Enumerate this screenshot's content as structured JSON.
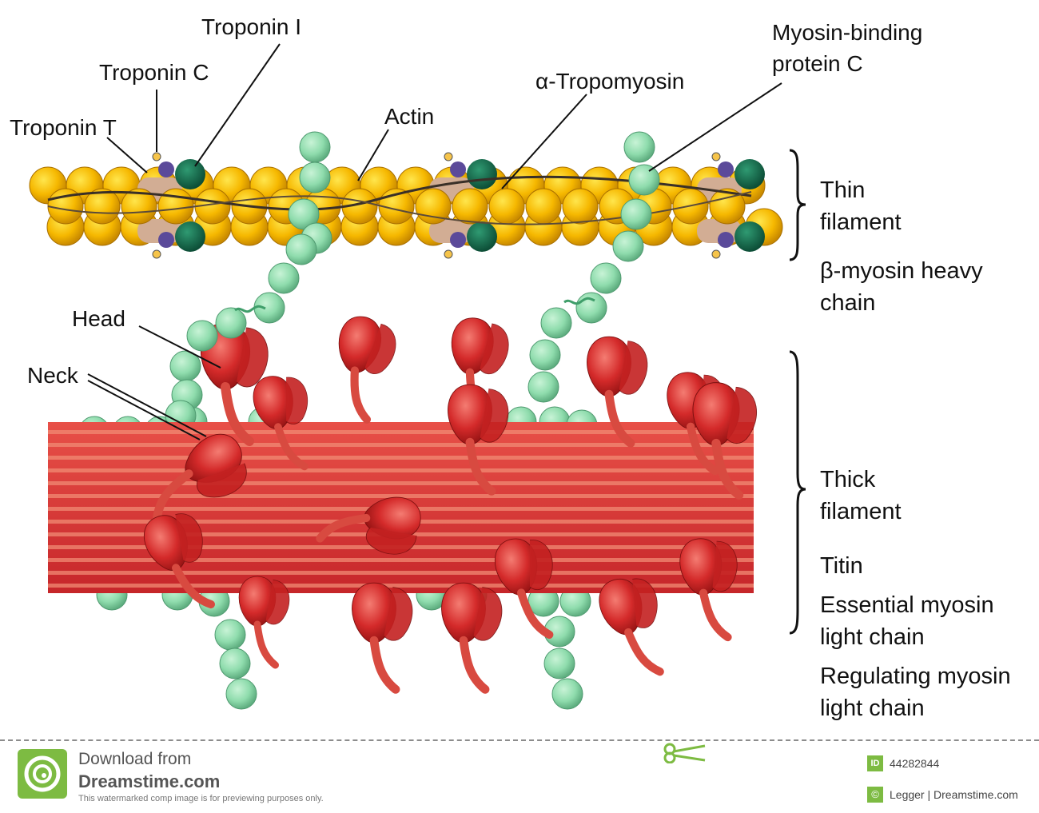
{
  "labels": {
    "troponin_i": "Troponin I",
    "troponin_c": "Troponin C",
    "troponin_t": "Troponin T",
    "actin": "Actin",
    "alpha_tropomyosin": "α-Tropomyosin",
    "mybpc_line1": "Myosin-binding",
    "mybpc_line2": "protein C",
    "head": "Head",
    "neck": "Neck"
  },
  "side_labels": {
    "thin_filament": [
      "Thin",
      "filament"
    ],
    "beta_myosin": [
      "β-myosin heavy",
      "chain"
    ],
    "thick_filament": [
      "Thick",
      "filament"
    ],
    "titin": [
      "Titin"
    ],
    "essential": [
      "Essential myosin",
      "light chain"
    ],
    "regulating": [
      "Regulating myosin",
      "light chain"
    ]
  },
  "footer": {
    "download_from": "Download from",
    "brand": "Dreamstime.com",
    "disclaimer": "This watermarked comp image is for previewing purposes only.",
    "id_badge": "ID",
    "id_number": "44282844",
    "copyright_badge": "©",
    "credit": "Legger | Dreamstime.com"
  },
  "colors": {
    "actin": "#f6b800",
    "titin": "#8fdcad",
    "thick_filament": "#e23b35",
    "myosin_head": "#d42a2a",
    "troponin_c": "#146b4c",
    "troponin_i_small": "#5b4a9a",
    "troponin_t": "#d2ad94",
    "brand_green": "#7dbb42"
  },
  "icons": [
    "dreamstime-logo-icon",
    "scissors-icon",
    "id-badge-icon",
    "copyright-badge-icon"
  ]
}
